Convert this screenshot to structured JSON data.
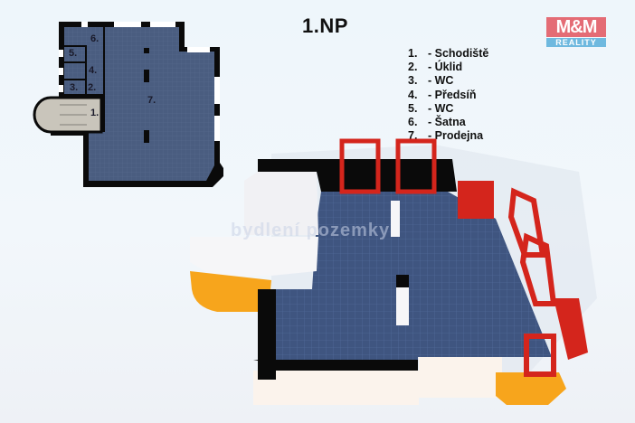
{
  "floor_title": "1.NP",
  "logo": {
    "top": "M&M",
    "bottom": "REALITY",
    "top_color": "#e46c75",
    "bottom_color": "#6fb9df"
  },
  "legend": [
    {
      "num": "1.",
      "name": "- Schodiště"
    },
    {
      "num": "2.",
      "name": "- Úklid"
    },
    {
      "num": "3.",
      "name": "- WC"
    },
    {
      "num": "4.",
      "name": "- Předsíň"
    },
    {
      "num": "5.",
      "name": "- WC"
    },
    {
      "num": "6.",
      "name": "- Šatna"
    },
    {
      "num": "7.",
      "name": "- Prodejna"
    }
  ],
  "plan_labels": {
    "r1": "1.",
    "r2": "2.",
    "r3": "3.",
    "r4": "4.",
    "r5": "5.",
    "r6": "6.",
    "r7": "7."
  },
  "watermark": "bydlení pozemky",
  "colors": {
    "floor": "#4a5d80",
    "wall": "#0a0a0a",
    "stairs": "#c9c5bb",
    "window_frame": "#d4251c",
    "facade": "#f7a51c"
  }
}
